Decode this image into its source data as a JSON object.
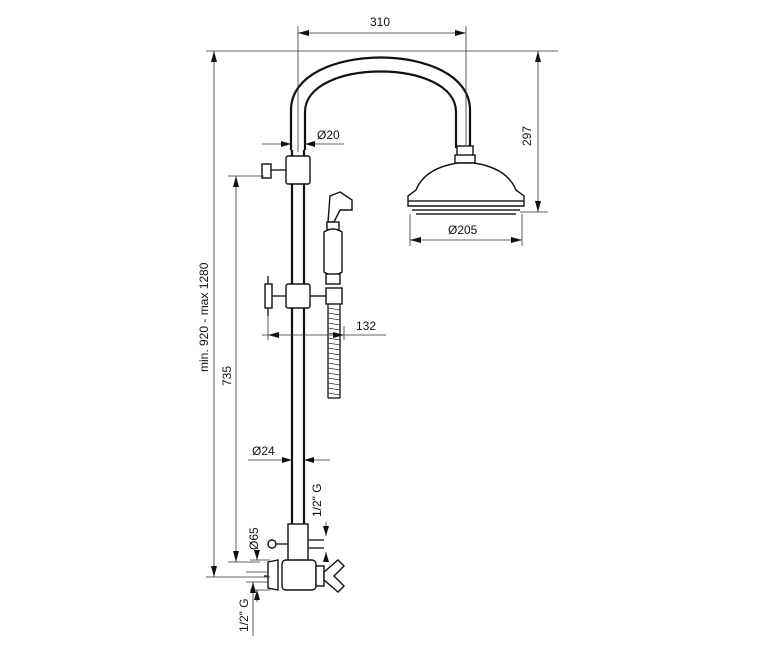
{
  "dimensions": {
    "arm_reach": "310",
    "arm_diameter": "Ø20",
    "head_height": "297",
    "head_diameter": "Ø205",
    "handshower_offset": "132",
    "total_height": "min. 920 - max 1280",
    "rail_height": "735",
    "rail_diameter": "Ø24",
    "outlet_thread": "1/2\" G",
    "escutcheon_diameter": "Ø65",
    "inlet_thread": "1/2\" G"
  }
}
